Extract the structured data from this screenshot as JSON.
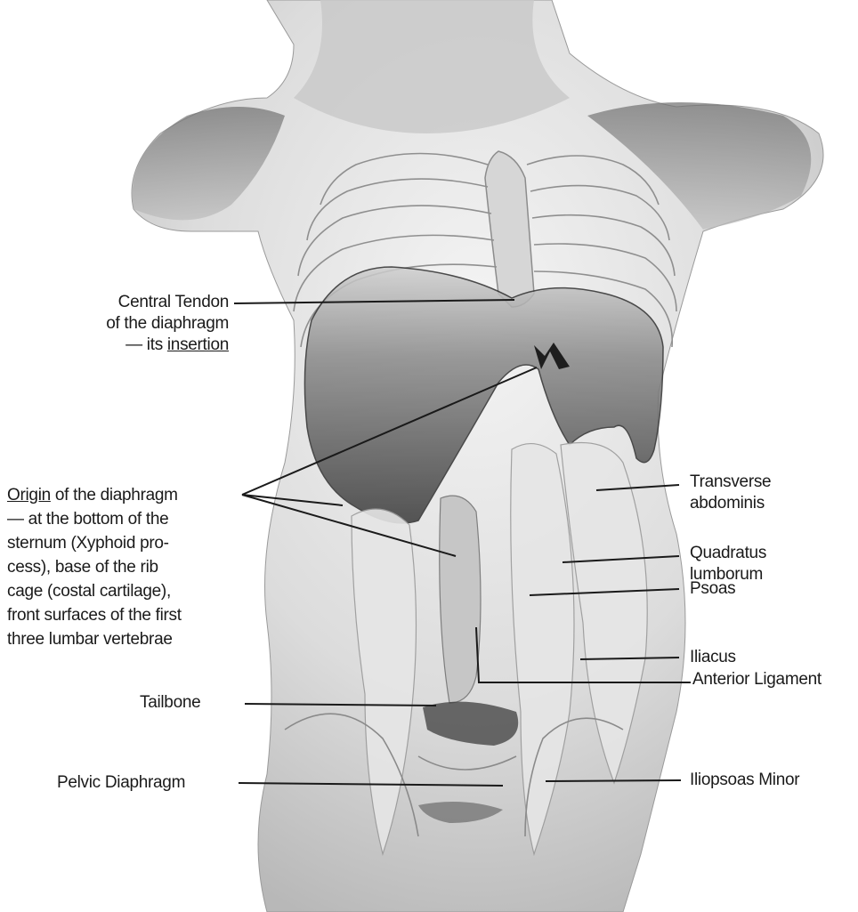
{
  "labels": {
    "central_tendon": {
      "line1": "Central Tendon",
      "line2": "of the diaphragm",
      "line3_prefix": "— its ",
      "line3_link": "insertion"
    },
    "origin": {
      "line1_link": "Origin",
      "line1_rest": " of the diaphragm",
      "line2": "— at the bottom of the",
      "line3": "sternum (Xyphoid pro-",
      "line4": "cess), base of the rib",
      "line5": "cage (costal cartilage),",
      "line6": "front surfaces of the first",
      "line7": "three lumbar vertebrae"
    },
    "tailbone": "Tailbone",
    "pelvic_diaphragm": "Pelvic Diaphragm",
    "transverse": {
      "line1": "Transverse",
      "line2": "abdominis"
    },
    "quadratus": {
      "line1": "Quadratus",
      "line2": "lumborum"
    },
    "psoas": "Psoas",
    "iliacus": "Iliacus",
    "anterior_ligament": "Anterior Ligament",
    "iliopsoas_minor": "Iliopsoas Minor"
  },
  "colors": {
    "line": "#1a1a1a",
    "skin_light": "#f0f0f0",
    "skin_mid": "#cfcfcf",
    "diaphragm_dark": "#3c3c3c"
  }
}
